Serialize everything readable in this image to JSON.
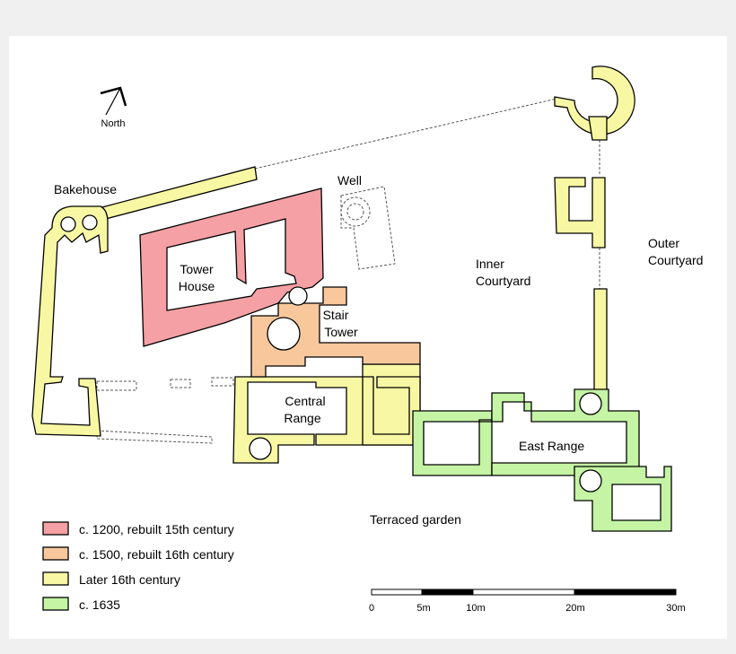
{
  "colors": {
    "background": "#f0f0f0",
    "paper": "#ffffff",
    "period_1200": "#f4a0a4",
    "period_1500": "#f8c89c",
    "period_later16": "#f8f8a4",
    "period_1635": "#c4f4a4"
  },
  "north_arrow": {
    "label": "North",
    "icon": "north-arrow-icon"
  },
  "labels": {
    "bakehouse": "Bakehouse",
    "well": "Well",
    "tower_house_1": "Tower",
    "tower_house_2": "House",
    "stair_tower_1": "Stair",
    "stair_tower_2": "Tower",
    "inner_courtyard_1": "Inner",
    "inner_courtyard_2": "Courtyard",
    "outer_courtyard_1": "Outer",
    "outer_courtyard_2": "Courtyard",
    "central_range_1": "Central",
    "central_range_2": "Range",
    "east_range": "East Range",
    "terraced_garden": "Terraced garden"
  },
  "legend": [
    {
      "label": "c. 1200, rebuilt 15th century",
      "color": "#f4a0a4"
    },
    {
      "label": "c. 1500, rebuilt 16th century",
      "color": "#f8c89c"
    },
    {
      "label": "Later 16th century",
      "color": "#f8f8a4"
    },
    {
      "label": "c. 1635",
      "color": "#c4f4a4"
    }
  ],
  "scale_bar": {
    "ticks": [
      "0",
      "5m",
      "10m",
      "20m",
      "30m"
    ]
  }
}
